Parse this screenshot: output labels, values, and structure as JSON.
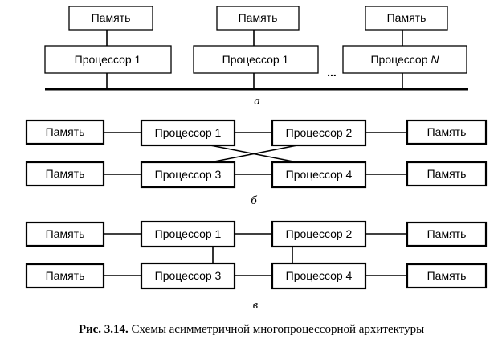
{
  "labels": {
    "memory": "Память",
    "processor_1": "Процессор 1",
    "processor_2": "Процессор 2",
    "processor_3": "Процессор 3",
    "processor_4": "Процессор 4",
    "processor_n_prefix": "Процессор",
    "processor_n_suffix": "N",
    "ellipsis": "..."
  },
  "subfigures": {
    "a": "а",
    "b": "б",
    "c": "в"
  },
  "caption": {
    "number": "Рис. 3.14.",
    "text": "Схемы асимметричной многопроцессорной архитектуры"
  }
}
